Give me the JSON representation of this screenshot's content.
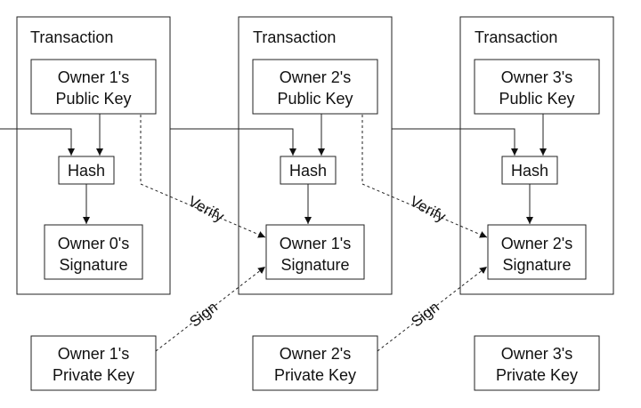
{
  "colors": {
    "line": "#222222",
    "background": "#ffffff"
  },
  "transactions": [
    {
      "title": "Transaction",
      "public_key": [
        "Owner 1's",
        "Public Key"
      ],
      "hash": "Hash",
      "signature": [
        "Owner 0's",
        "Signature"
      ]
    },
    {
      "title": "Transaction",
      "public_key": [
        "Owner 2's",
        "Public Key"
      ],
      "hash": "Hash",
      "signature": [
        "Owner 1's",
        "Signature"
      ]
    },
    {
      "title": "Transaction",
      "public_key": [
        "Owner 3's",
        "Public Key"
      ],
      "hash": "Hash",
      "signature": [
        "Owner 2's",
        "Signature"
      ]
    }
  ],
  "private_keys": [
    [
      "Owner 1's",
      "Private Key"
    ],
    [
      "Owner 2's",
      "Private Key"
    ],
    [
      "Owner 3's",
      "Private Key"
    ]
  ],
  "edge_labels": {
    "verify": [
      "Verify",
      "Verify"
    ],
    "sign": [
      "Sign",
      "Sign"
    ]
  }
}
